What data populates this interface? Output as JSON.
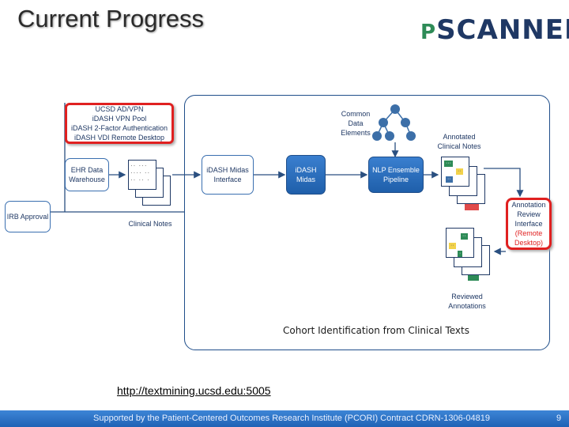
{
  "slide": {
    "title": "Current Progress",
    "logo_text": "PSCANNER",
    "logo_prefix": "P",
    "logo_rest": "SCANNER"
  },
  "diagram": {
    "ucsd_box": [
      "UCSD AD/VPN",
      "iDASH VPN Pool",
      "iDASH 2-Factor Authentication",
      "iDASH VDI Remote Desktop"
    ],
    "ehr": "EHR Data Warehouse",
    "irb": "IRB Approval",
    "clinical_notes": "Clinical Notes",
    "midas_interface": "iDASH Midas Interface",
    "midas": "iDASH Midas",
    "common_data": "Common Data Elements",
    "nlp": "NLP Ensemble Pipeline",
    "annotated": "Annotated Clinical Notes",
    "annotation_review": "Annotation Review Interface",
    "remote_desktop": "(Remote Desktop)",
    "reviewed": "Reviewed Annotations",
    "cohort": "Cohort Identification from Clinical Texts"
  },
  "link": {
    "text": "http://textmining.ucsd.edu:5005"
  },
  "footer": {
    "support": "Supported by the Patient-Centered Outcomes Research Institute (PCORI) Contract CDRN-1306-04819",
    "page_number": "9"
  },
  "colors": {
    "accent_blue": "#1f5faa",
    "red_outline": "#e02020",
    "text_navy": "#1f3864",
    "tree_node": "#3c6fa8",
    "footer_blue": "#2a6fc4"
  }
}
